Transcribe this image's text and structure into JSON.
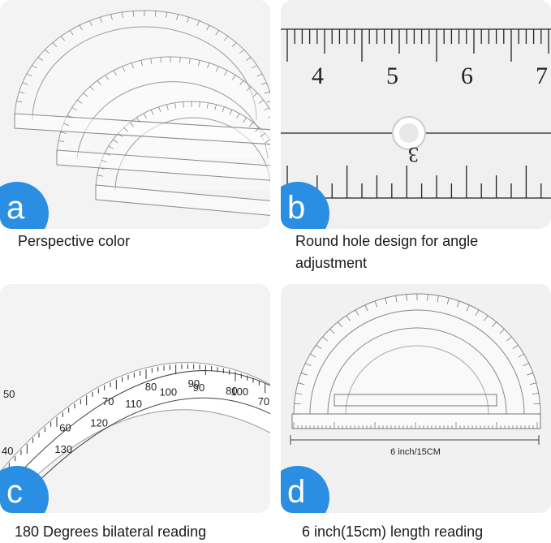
{
  "panels": [
    {
      "id": "a",
      "letter": "a",
      "caption": "Perspective color"
    },
    {
      "id": "b",
      "letter": "b",
      "caption": "Round hole design for angle adjustment",
      "ruler_numbers": [
        "4",
        "5",
        "6",
        "7"
      ],
      "lower_number": "3"
    },
    {
      "id": "c",
      "letter": "c",
      "caption": "180 Degrees bilateral reading",
      "outer_scale": [
        "60",
        "70",
        "80",
        "90",
        "100",
        "110"
      ],
      "inner_scale": [
        "130",
        "120",
        "110",
        "100",
        "90",
        "80",
        "70"
      ],
      "edge_scale": [
        "40",
        "50"
      ]
    },
    {
      "id": "d",
      "letter": "d",
      "caption": "6 inch(15cm) length reading",
      "dimension_label": "6 inch/15CM"
    }
  ],
  "colors": {
    "badge": "#2a8fe3",
    "panel_bg": "#f1f1f1",
    "ink": "#1a1a1a"
  }
}
